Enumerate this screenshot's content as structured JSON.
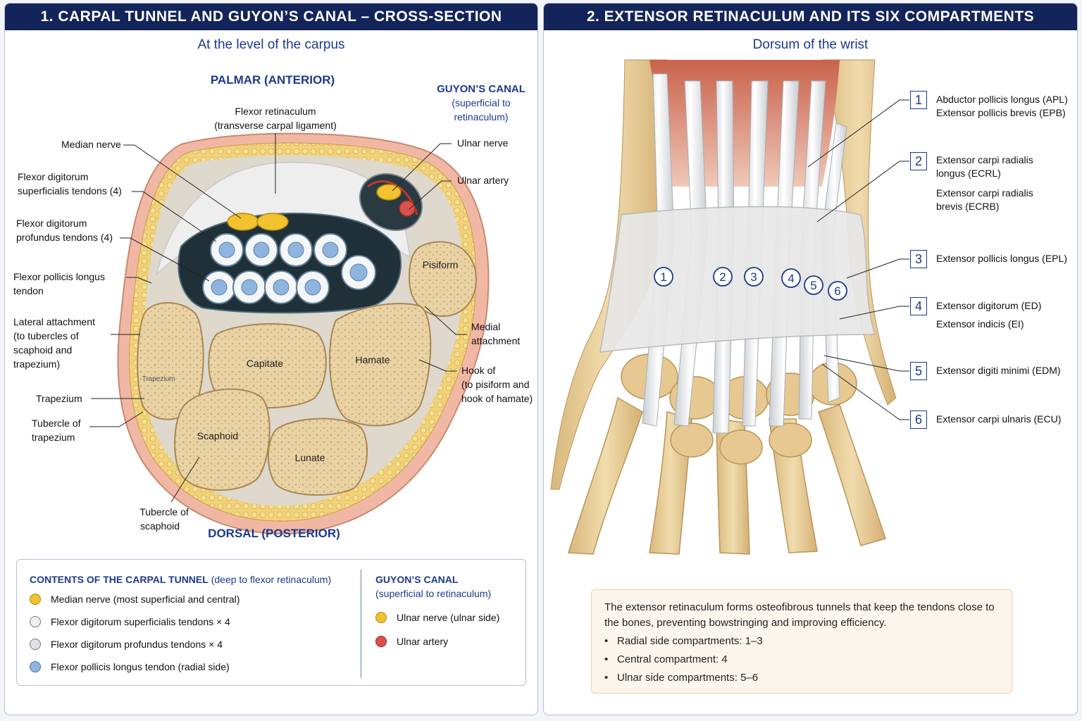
{
  "panel1": {
    "title": "1. CARPAL TUNNEL AND GUYON’S CANAL – CROSS-SECTION",
    "subtitle": "At the level of the carpus",
    "palmar": "PALMAR (ANTERIOR)",
    "dorsal": "DORSAL (POSTERIOR)",
    "guyon": {
      "title": "GUYON’S CANAL",
      "line1": "(superficial to",
      "line2": "retinaculum)"
    },
    "labels": {
      "flexor_retinaculum_1": "Flexor retinaculum",
      "flexor_retinaculum_2": "(transverse carpal ligament)",
      "median_nerve": "Median nerve",
      "fds_1": "Flexor digitorum",
      "fds_2": "superficialis tendons (4)",
      "fdp_1": "Flexor digitorum",
      "fdp_2": "profundus tendons (4)",
      "fpl_1": "Flexor pollicis longus",
      "fpl_2": "tendon",
      "lateral_1": "Lateral attachment",
      "lateral_2": "(to tubercles of",
      "lateral_3": "scaphoid and",
      "lateral_4": "trapezium)",
      "trapezium": "Trapezium",
      "tub_trap_1": "Tubercle of",
      "tub_trap_2": "trapezium",
      "tub_scaph_1": "Tubercle of",
      "tub_scaph_2": "scaphoid",
      "ulnar_nerve": "Ulnar nerve",
      "ulnar_artery": "Ulnar artery",
      "medial_1": "Medial",
      "medial_2": "attachment",
      "hook_1": "Hook of",
      "hook_2": "(to pisiform and",
      "hook_3": "hook of hamate)"
    },
    "bones": {
      "pisiform": "Pisiform",
      "capitate": "Capitate",
      "hamate": "Hamate",
      "scaphoid": "Scaphoid",
      "lunate": "Lunate",
      "trapezium_inner": "Trapezium"
    },
    "legend": {
      "left_title_bold": "CONTENTS OF THE CARPAL TUNNEL",
      "left_title_rest": "(deep to flexor retinaculum)",
      "left_items": [
        {
          "label": "Median nerve (most superficial and central)",
          "color": "#f2c230"
        },
        {
          "label": "Flexor digitorum superficialis tendons × 4",
          "color": "#eceff3"
        },
        {
          "label": "Flexor digitorum profundus tendons × 4",
          "color": "#dfe3e8"
        },
        {
          "label": "Flexor pollicis longus tendon (radial side)",
          "color": "#8fb4de"
        }
      ],
      "right_title": "GUYON’S CANAL",
      "right_subtitle": "(superficial to retinaculum)",
      "right_items": [
        {
          "label": "Ulnar nerve (ulnar side)",
          "color": "#f2c230"
        },
        {
          "label": "Ulnar artery",
          "color": "#d9534a"
        }
      ]
    }
  },
  "panel2": {
    "title": "2. EXTENSOR RETINACULUM AND ITS SIX COMPARTMENTS",
    "subtitle": "Dorsum of the wrist",
    "circle_numbers": [
      "1",
      "2",
      "3",
      "4",
      "5",
      "6"
    ],
    "compartments": [
      {
        "num": "1",
        "lines": [
          "Abductor pollicis longus (APL)",
          "Extensor pollicis brevis (EPB)"
        ]
      },
      {
        "num": "2",
        "lines": [
          "Extensor carpi radialis",
          "longus (ECRL)"
        ],
        "extra": [
          "Extensor carpi radialis",
          "brevis (ECRB)"
        ]
      },
      {
        "num": "3",
        "lines": [
          "Extensor pollicis longus (EPL)"
        ]
      },
      {
        "num": "4",
        "lines": [
          "Extensor digitorum (ED)"
        ],
        "extra": [
          "Extensor indicis (EI)"
        ]
      },
      {
        "num": "5",
        "lines": [
          "Extensor digiti minimi (EDM)"
        ]
      },
      {
        "num": "6",
        "lines": [
          "Extensor carpi ulnaris (ECU)"
        ]
      }
    ],
    "note": {
      "text": "The extensor retinaculum forms osteofibrous tunnels that keep the tendons close to the bones, preventing bowstringing and improving efficiency.",
      "bullets": [
        "Radial side compartments: 1–3",
        "Central compartment: 4",
        "Ulnar side compartments: 5–6"
      ]
    }
  }
}
